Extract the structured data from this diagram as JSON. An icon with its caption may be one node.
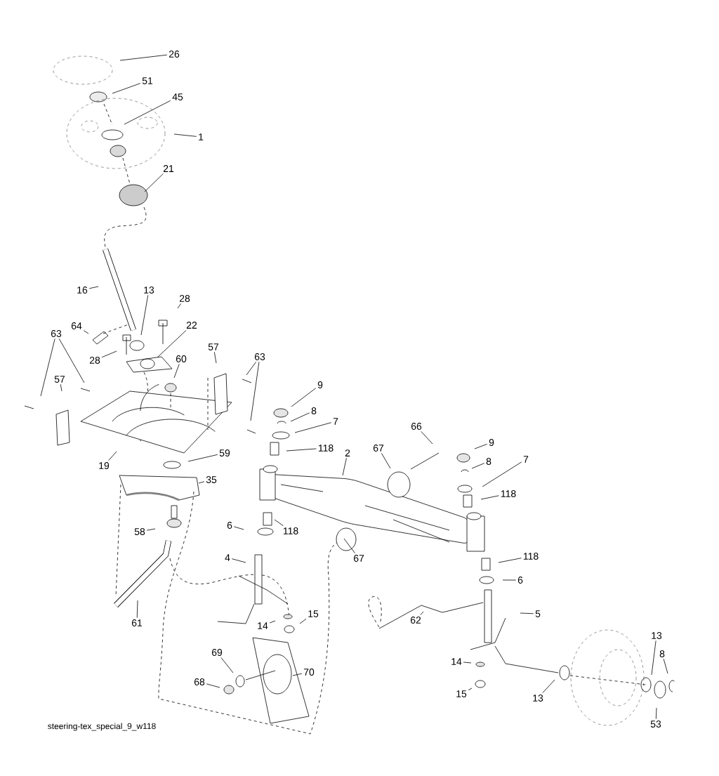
{
  "diagram": {
    "nodes": [
      {
        "text": [
          "26"
        ]
      },
      {
        "text": [
          "51"
        ]
      },
      {
        "text": [
          "45"
        ]
      },
      {
        "text": [
          "1"
        ]
      },
      {
        "text": [
          "21"
        ]
      },
      {
        "text": [
          "16"
        ]
      },
      {
        "text": [
          "13"
        ]
      },
      {
        "text": [
          "28"
        ]
      },
      {
        "text": [
          "22"
        ]
      },
      {
        "text": [
          "64"
        ]
      },
      {
        "text": [
          "63"
        ]
      },
      {
        "text": [
          "28"
        ]
      },
      {
        "text": [
          "60"
        ]
      },
      {
        "text": [
          "57"
        ]
      },
      {
        "text": [
          "63"
        ]
      },
      {
        "text": [
          "57"
        ]
      },
      {
        "text": [
          "9"
        ]
      },
      {
        "text": [
          "8"
        ]
      },
      {
        "text": [
          "7"
        ]
      },
      {
        "text": [
          "118"
        ]
      },
      {
        "text": [
          "2"
        ]
      },
      {
        "text": [
          "66"
        ]
      },
      {
        "text": [
          "67"
        ]
      },
      {
        "text": [
          "9"
        ]
      },
      {
        "text": [
          "8"
        ]
      },
      {
        "text": [
          "7"
        ]
      },
      {
        "text": [
          "118"
        ]
      },
      {
        "text": [
          "19"
        ]
      },
      {
        "text": [
          "59"
        ]
      },
      {
        "text": [
          "35"
        ]
      },
      {
        "text": [
          "6"
        ]
      },
      {
        "text": [
          "118"
        ]
      },
      {
        "text": [
          "58"
        ]
      },
      {
        "text": [
          "67"
        ]
      },
      {
        "text": [
          "4"
        ]
      },
      {
        "text": [
          "118"
        ]
      },
      {
        "text": [
          "6"
        ]
      },
      {
        "text": [
          "61"
        ]
      },
      {
        "text": [
          "62"
        ]
      },
      {
        "text": [
          "5"
        ]
      },
      {
        "text": [
          "14"
        ]
      },
      {
        "text": [
          "15"
        ]
      },
      {
        "text": [
          "69"
        ]
      },
      {
        "text": [
          "70"
        ]
      },
      {
        "text": [
          "68"
        ]
      },
      {
        "text": [
          "14"
        ]
      },
      {
        "text": [
          "13"
        ]
      },
      {
        "text": [
          "8"
        ]
      },
      {
        "text": [
          "15"
        ]
      },
      {
        "text": [
          "13"
        ]
      },
      {
        "text": [
          "53"
        ]
      }
    ],
    "edges": [
      {
        "from": 0,
        "to": null,
        "arrow": "none"
      },
      {
        "from": 1,
        "to": null,
        "arrow": "none"
      },
      {
        "from": 2,
        "to": null,
        "arrow": "none"
      },
      {
        "from": 3,
        "to": null,
        "arrow": "none"
      },
      {
        "from": 4,
        "to": null,
        "arrow": "none"
      },
      {
        "from": 5,
        "to": null,
        "arrow": "none"
      },
      {
        "from": 6,
        "to": null,
        "arrow": "none"
      },
      {
        "from": 7,
        "to": null,
        "arrow": "none"
      },
      {
        "from": 8,
        "to": null,
        "arrow": "none"
      },
      {
        "from": 9,
        "to": null,
        "arrow": "none"
      },
      {
        "from": 10,
        "to": null,
        "arrow": "none"
      },
      {
        "from": 10,
        "to": null,
        "arrow": "none"
      },
      {
        "from": 11,
        "to": null,
        "arrow": "none"
      },
      {
        "from": 12,
        "to": null,
        "arrow": "none"
      },
      {
        "from": 13,
        "to": null,
        "arrow": "none"
      },
      {
        "from": 14,
        "to": null,
        "arrow": "none"
      },
      {
        "from": 14,
        "to": null,
        "arrow": "none"
      },
      {
        "from": 15,
        "to": null,
        "arrow": "none"
      },
      {
        "from": 16,
        "to": null,
        "arrow": "none"
      },
      {
        "from": 17,
        "to": null,
        "arrow": "none"
      },
      {
        "from": 18,
        "to": null,
        "arrow": "none"
      },
      {
        "from": 19,
        "to": null,
        "arrow": "none"
      },
      {
        "from": 20,
        "to": null,
        "arrow": "none"
      },
      {
        "from": 21,
        "to": null,
        "arrow": "none"
      },
      {
        "from": 22,
        "to": null,
        "arrow": "none"
      },
      {
        "from": 23,
        "to": null,
        "arrow": "none"
      },
      {
        "from": 24,
        "to": null,
        "arrow": "none"
      },
      {
        "from": 25,
        "to": null,
        "arrow": "none"
      },
      {
        "from": 26,
        "to": null,
        "arrow": "none"
      },
      {
        "from": 27,
        "to": null,
        "arrow": "none"
      },
      {
        "from": 28,
        "to": null,
        "arrow": "none"
      },
      {
        "from": 29,
        "to": null,
        "arrow": "none"
      },
      {
        "from": 30,
        "to": null,
        "arrow": "none"
      },
      {
        "from": 31,
        "to": null,
        "arrow": "none"
      },
      {
        "from": 32,
        "to": null,
        "arrow": "none"
      },
      {
        "from": 33,
        "to": null,
        "arrow": "none"
      },
      {
        "from": 34,
        "to": null,
        "arrow": "none"
      },
      {
        "from": 35,
        "to": null,
        "arrow": "none"
      },
      {
        "from": 36,
        "to": null,
        "arrow": "none"
      },
      {
        "from": 37,
        "to": null,
        "arrow": "none"
      },
      {
        "from": 38,
        "to": null,
        "arrow": "none"
      },
      {
        "from": 39,
        "to": null,
        "arrow": "none"
      },
      {
        "from": 40,
        "to": null,
        "arrow": "none"
      },
      {
        "from": 41,
        "to": null,
        "arrow": "none"
      },
      {
        "from": 42,
        "to": null,
        "arrow": "none"
      },
      {
        "from": 43,
        "to": null,
        "arrow": "none"
      },
      {
        "from": 44,
        "to": null,
        "arrow": "none"
      },
      {
        "from": 45,
        "to": null,
        "arrow": "none"
      },
      {
        "from": 46,
        "to": null,
        "arrow": "none"
      },
      {
        "from": 47,
        "to": null,
        "arrow": "none"
      },
      {
        "from": 48,
        "to": null,
        "arrow": "none"
      },
      {
        "from": 49,
        "to": null,
        "arrow": "none"
      },
      {
        "from": 50,
        "to": null,
        "arrow": "none"
      }
    ],
    "labels": [
      "steering-tex_special_9_w118"
    ]
  }
}
